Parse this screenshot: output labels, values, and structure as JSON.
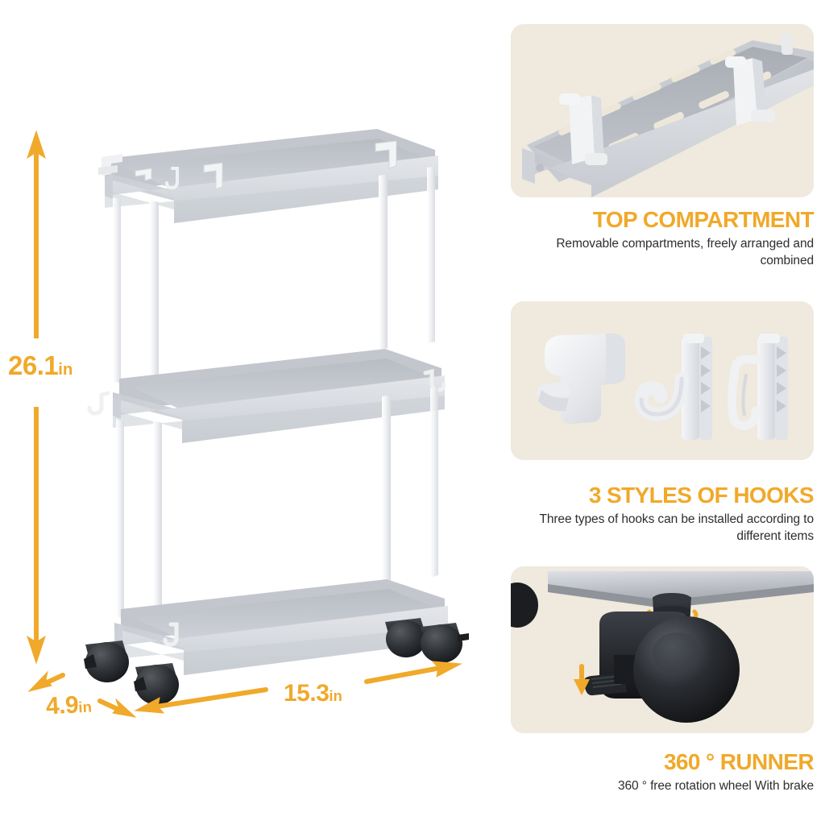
{
  "page": {
    "background": "#ffffff",
    "accent_color": "#F0A92A",
    "panel_background": "#EFE9DE",
    "body_text_color": "#2e2e2e",
    "product_grey": "#D2D5DA",
    "product_white": "#F4F5F7"
  },
  "hero": {
    "name": "3-tier slim rolling storage cart",
    "dimensions": {
      "height": {
        "value": "26.1",
        "unit": "in",
        "full": "26.1in"
      },
      "depth": {
        "value": "4.9",
        "unit": "in",
        "full": "4.9in"
      },
      "width": {
        "value": "15.3",
        "unit": "in",
        "full": "15.3in"
      }
    },
    "tiers": 3,
    "wheels": 4,
    "hooks_visible": 3
  },
  "panels": [
    {
      "id": "top-compartment",
      "heading": "TOP COMPARTMENT",
      "description": "Removable compartments, freely arranged and combined",
      "image_alt": "top tray with slotted base and two removable dividers"
    },
    {
      "id": "hooks",
      "heading": "3 STYLES OF HOOKS",
      "description": "Three types of hooks can be installed according to different items",
      "image_alt": "three white plastic hook styles side by side"
    },
    {
      "id": "runner",
      "heading": "360 ° RUNNER",
      "description": "360 ° free rotation wheel With brake",
      "image_alt": "black swivel caster wheel with brake pedal"
    }
  ]
}
